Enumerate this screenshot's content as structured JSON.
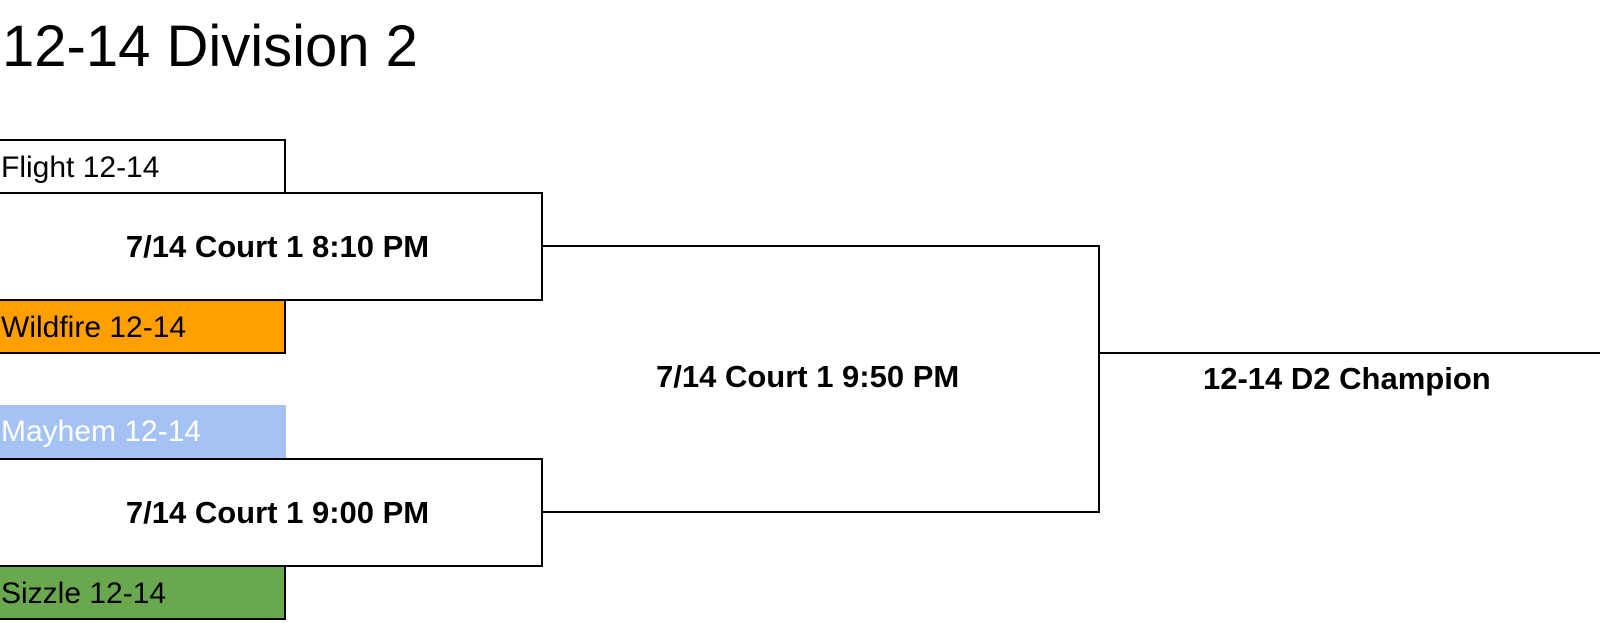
{
  "title": "12-14 Division 2",
  "round1": {
    "upper": {
      "team_top": "Flight 12-14",
      "match": "7/14 Court 1 8:10 PM",
      "team_bottom": "Wildfire 12-14"
    },
    "lower": {
      "team_top": "Mayhem 12-14",
      "match": "7/14 Court 1 9:00 PM",
      "team_bottom": "Sizzle 12-14"
    }
  },
  "final": {
    "match": "7/14 Court 1 9:50 PM"
  },
  "champion": {
    "label": "12-14 D2 Champion"
  },
  "colors": {
    "wildfire": "#ffa000",
    "mayhem": "#a4c2f4",
    "sizzle": "#6aa84f",
    "lines": "#000000"
  }
}
